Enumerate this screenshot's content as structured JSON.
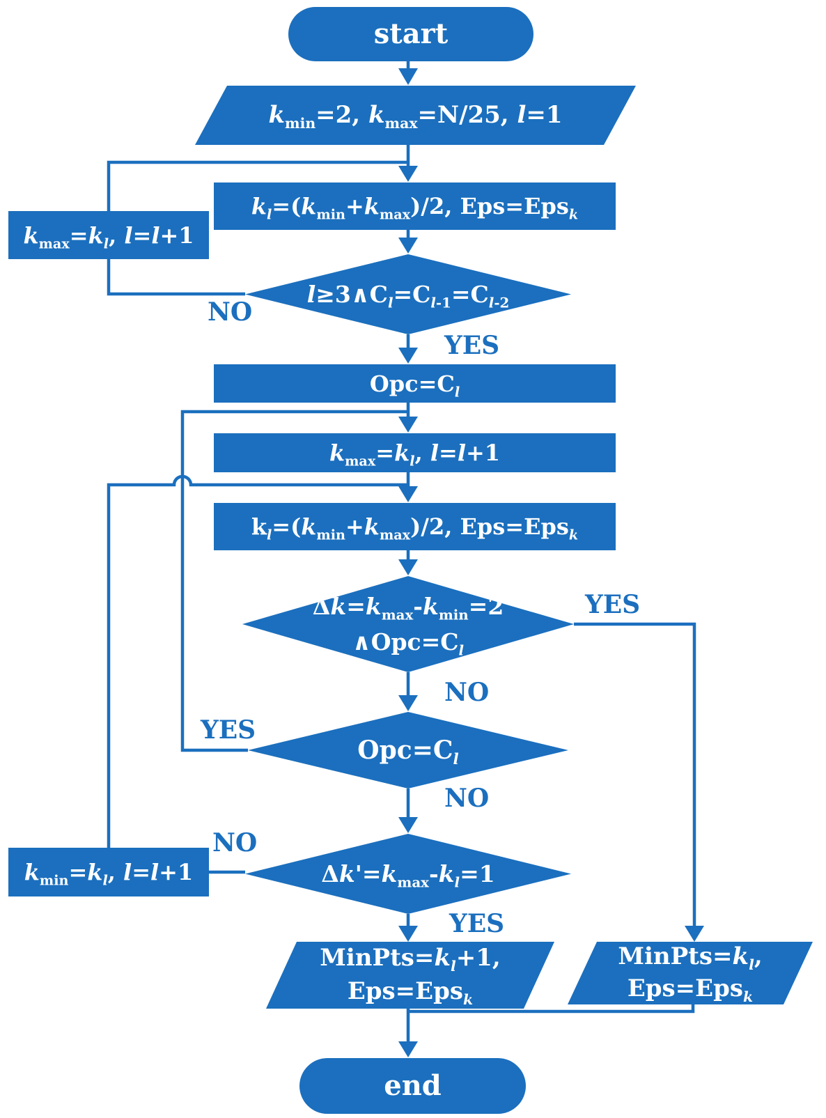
{
  "diagram": {
    "colors": {
      "accent_blue": "#1B6FBE",
      "shape_text": "#FFFFFF"
    },
    "nodes": {
      "start": {
        "type": "terminator",
        "text": "start"
      },
      "init": {
        "type": "io",
        "text": "*k*_{min}=2, *k*_{max}=N/25, *l*=1"
      },
      "kmax_update_loop": {
        "type": "process",
        "text": "*k*_{max}=*k*_{*l*}, *l*=*l*+1"
      },
      "compute_eps_1": {
        "type": "process",
        "text": "*k*_{*l*}=(*k*_{min}+*k*_{max})/2, Eps=Eps_{*k*}"
      },
      "stability_check": {
        "type": "decision",
        "text": "*l*≥3∧C_{*l*}=C_{*l*-1}=C_{*l*-2}"
      },
      "opc_assign": {
        "type": "process",
        "text": "Opc=C_{*l*}"
      },
      "kmax_update_2": {
        "type": "process",
        "text": "*k*_{max}=*k*_{*l*}, *l*=*l*+1"
      },
      "compute_eps_2": {
        "type": "process",
        "text": "k_{*l*}=(*k*_{min}+*k*_{max})/2, Eps=Eps_{*k*}"
      },
      "delta_k_check": {
        "type": "decision",
        "line1": "Δ*k*=*k*_{max}-*k*_{min}=2",
        "line2": "∧Opc=C_{*l*}"
      },
      "opc_check": {
        "type": "decision",
        "text": "Opc=C_{*l*}"
      },
      "delta_k1_check": {
        "type": "decision",
        "text": "Δ*k*'=*k*_{max}-*k*_{*l*}=1"
      },
      "kmin_update": {
        "type": "process",
        "text": "*k*_{min}=*k*_{*l*}, *l*=*l*+1"
      },
      "result_plus_one": {
        "type": "io",
        "line1": "MinPts=*k*_{*l*}+1,",
        "line2": "Eps=Eps_{*k*}"
      },
      "result_direct": {
        "type": "io",
        "line1": "MinPts=*k*_{*l*},",
        "line2": "Eps=Eps_{*k*}"
      },
      "end": {
        "type": "terminator",
        "text": "end"
      }
    },
    "branch_labels": {
      "no1": "NO",
      "yes1": "YES",
      "yes2": "YES",
      "no2": "NO",
      "yes3": "YES",
      "no3": "NO",
      "no4": "NO",
      "yes4": "YES"
    }
  }
}
